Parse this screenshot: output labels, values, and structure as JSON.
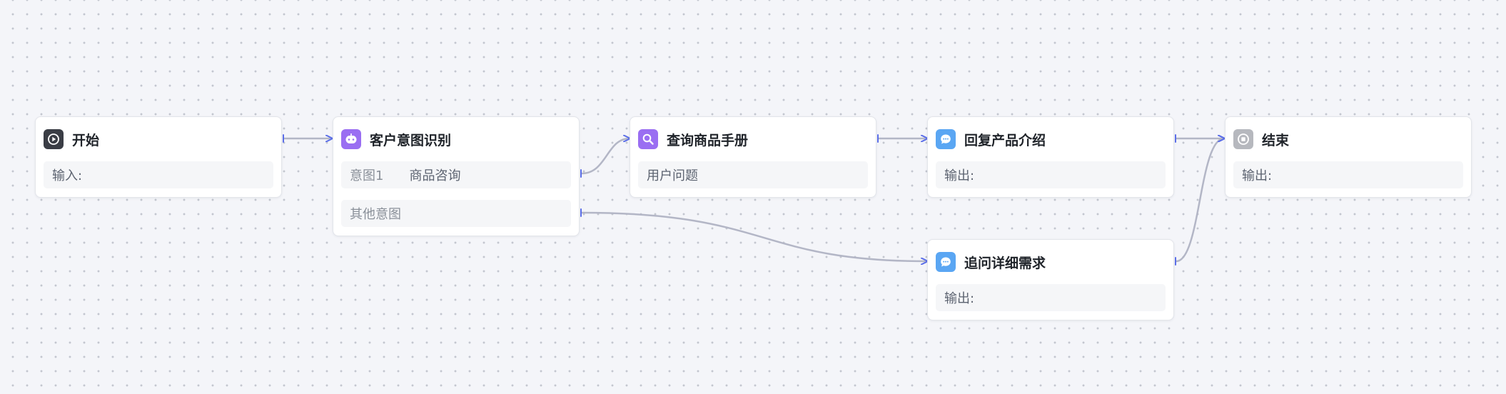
{
  "nodes": {
    "start": {
      "title": "开始",
      "input_label": "输入:"
    },
    "intent": {
      "title": "客户意图识别",
      "intent1_label": "意图1",
      "intent1_value": "商品咨询",
      "other_intent": "其他意图"
    },
    "query": {
      "title": "查询商品手册",
      "field": "用户问题"
    },
    "reply": {
      "title": "回复产品介绍",
      "output_label": "输出:"
    },
    "followup": {
      "title": "追问详细需求",
      "output_label": "输出:"
    },
    "end": {
      "title": "结束",
      "output_label": "输出:"
    }
  },
  "icons": {
    "start": "play-icon",
    "intent": "robot-icon",
    "query": "search-icon",
    "reply": "chat-bubble-icon",
    "followup": "chat-bubble-icon",
    "end": "stop-icon"
  },
  "colors": {
    "start_icon": "#3a3d45",
    "intent_icon": "#9a6ef2",
    "query_icon": "#9a6ef2",
    "reply_icon": "#5aa6f3",
    "end_icon": "#b6b8be",
    "edge": "#b3b6c6",
    "port": "#5b6ee8"
  }
}
